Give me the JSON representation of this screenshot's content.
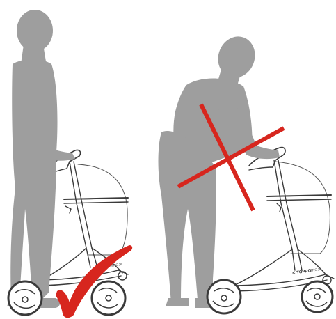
{
  "colors": {
    "silhouette": "#9e9e9e",
    "silhouette_shadow": "#8c8c8c",
    "frame_line": "#3a3a3a",
    "basket_line": "#555555",
    "check_mark": "#d7261e",
    "cross_mark": "#d7261e",
    "background": "#ffffff"
  },
  "left_scene": {
    "posture": "upright",
    "verdict_icon": "check-mark-icon"
  },
  "right_scene": {
    "posture": "bent-over",
    "verdict_icon": "cross-mark-icon"
  },
  "rollator": {
    "brand": "TOPRO",
    "model": "TROJA",
    "brand_alt": "≺ TOPRO",
    "model_alt": "TROJA"
  }
}
